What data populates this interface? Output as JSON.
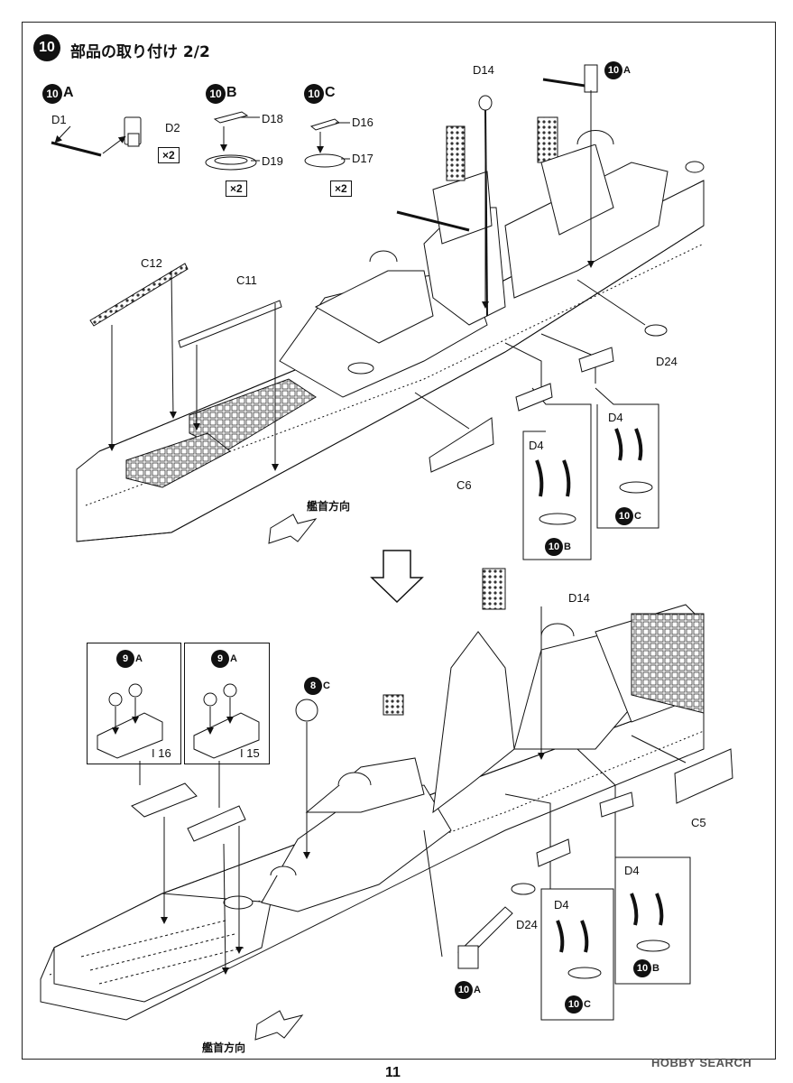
{
  "header": {
    "step": "10",
    "title": "部品の取り付け 2/2"
  },
  "subassemblies": [
    {
      "id": "A",
      "parts": [
        "D1",
        "D2"
      ],
      "qty": "×2"
    },
    {
      "id": "B",
      "parts": [
        "D18",
        "D19"
      ],
      "qty": "×2"
    },
    {
      "id": "C",
      "parts": [
        "D16",
        "D17"
      ],
      "qty": "×2"
    }
  ],
  "upper_view": {
    "labels": {
      "d14": "D14",
      "c12": "C12",
      "c11": "C11",
      "c6": "C6",
      "d24": "D24",
      "d4_left": "D4",
      "d4_right": "D4",
      "ref_a": "A",
      "ref_b": "B",
      "ref_c": "C",
      "ref_num": "10",
      "bow_direction": "艦首方向"
    }
  },
  "lower_view": {
    "labels": {
      "d14": "D14",
      "c5": "C5",
      "d24": "D24",
      "d4_left": "D4",
      "d4_right": "D4",
      "i16": "I 16",
      "i15": "I 15",
      "ref9a_1_num": "9",
      "ref9a_1_letter": "A",
      "ref9a_2_num": "9",
      "ref9a_2_letter": "A",
      "ref8c_num": "8",
      "ref8c_letter": "C",
      "ref10a_num": "10",
      "ref10a_letter": "A",
      "ref10b_num": "10",
      "ref10b_letter": "B",
      "ref10c_num": "10",
      "ref10c_letter": "C",
      "bow_direction": "艦首方向"
    }
  },
  "footer": {
    "page_number": "11",
    "watermark": "HOBBY SEARCH"
  }
}
